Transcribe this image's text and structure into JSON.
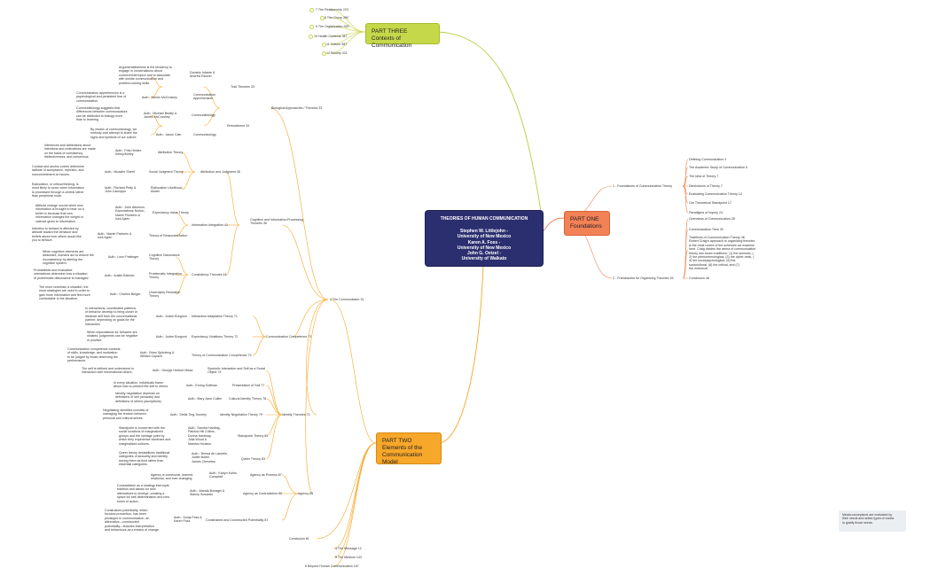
{
  "central": {
    "title": "THEORIES OF HUMAN COMMUNICATION",
    "lines": [
      "Stephen W. Littlejohn -",
      "University of New Mexico",
      "Karen A. Foss -",
      "University of New Mexico",
      "John G. Oetzel -",
      "University of Waikato"
    ]
  },
  "part_three": {
    "label": "PART THREE\nContexts of Communication",
    "color": "#b5cc3a",
    "items": [
      "7 The Relationship 223",
      "8 The Group 260",
      "9 The Organization 283",
      "10 Health Contexts 347",
      "11 Culture 387",
      "12 Society 421"
    ]
  },
  "part_one": {
    "label": "PART ONE\nFoundations",
    "color": "#f07a4a",
    "ch1": "1 - Foundations of Communication Theory",
    "ch1_items": [
      "Defining Communication 4",
      "The Academic Study of Communication 5",
      "The Idea of Theory 7",
      "Dimensions of Theory 7",
      "Evaluating Communication Theory 14",
      "Our Theoretical Standpoint 17",
      "Paradigms of Inquiry 24"
    ],
    "ch2": "2 - Frameworks for Organizing Theories 26",
    "ch2_items": [
      "Overviews of Communication 28",
      "Communication Tiers 30",
      "Traditions of Communication Theory 46\nRobert Craig's approach to organizing theories\nis the most recent of the schemes we examine\nhere. Craig divides the arena of communication\ntheory into seven traditions: (1) the semiotic, (\n2) the phenomenological, (3) the cyber-netic, (\n4) the sociopsychological, (5) the\nsociocultural, (6) the critical, and (7)\nthe rhetorical",
      "Conclusion 48"
    ]
  },
  "part_two": {
    "label": "PART TWO\nElements of the\nCommunication Model",
    "color": "#f6a623",
    "comm3": "3 The Communicator 31",
    "bottom": [
      "4 The Message 12",
      "5 The Medium 143",
      "6 Beyond Human Communication 167"
    ],
    "conclusion": "Conclusion 81"
  },
  "bio": {
    "branch": "Biological Approaches / Theories 33",
    "trait": "Trait Theories 33",
    "trait_src1": "Dominic Infante &\nAndrew Rancer",
    "trait_desc1": "Argumentativeness is the tendency to\nengage in conversations about\ncontroversial topics and to associate\nwith similar communication and\nproblem-solving skills.",
    "trait_src2": "Auth.: James McCroskey",
    "trait_node2": "Communication\nApprehension",
    "trait_desc2": "Communication apprehension is a\npsychological and persistent fear of\ncommunication.",
    "embod": "Embodiment 34",
    "embod1_src": "Auth.: Michael Beatty &\nJames McCroskey",
    "embod1_node": "Communibiology",
    "embod1_desc": "Communibiology suggests that\ndifferences between communicators\ncan be attributed to biology more\nthan to learning.",
    "embod2_src": "Auth.: Jason Cain",
    "embod2_node": "Communicology",
    "embod2_desc": "By means of communicology, we\nembody and attempt to share the\nsigns and symbols of our culture."
  },
  "cog": {
    "branch": "Cognitive and Information-Processing\nTheories 36",
    "attr": "Attribution and Judgment 36",
    "attr1_src": "Auth.: Fritz Heider,\nKelley/Kelley",
    "attr1_node": "Attribution Theory",
    "attr1_desc": "Inferences and attributions about\nintentions and motivations are made\non the basis of consistency,\ndistinctiveness, and consensus.",
    "attr2_src": "Auth.: Muzafer Sherif",
    "attr2_node": "Social Judgment Theory",
    "attr2_desc": "Contact and anchor points determine\nlatitude of acceptance, rejection, and\nnoncommitment on issues.",
    "attr3_src": "Auth.: Richard Petty &\nJohn Cacioppo",
    "attr3_node": "Elaboration Likelihood\nModel",
    "attr3_desc": "Elaboration, or critical thinking, is\nmost likely to occur when information\nis processed through a central rather\nthan peripheral route.",
    "integ": "Information Integration 41",
    "integ1_src": "Auth.: John Atkinson,\nExpectations Norton;\nMartin Fishbein &\nIcek Ajzen",
    "integ1_node": "Expectancy-Value Theory",
    "integ1_desc": "Attitude change occurs when new\ninformation is brought to bear on a\nbelief or because that new\ninformation changes the weight or\nvalence given to information.",
    "integ2_src": "Auth.: Martin Fishbein &\nIcek Ajzen",
    "integ2_node": "Theory of Reasoned Action",
    "integ2_desc": "Intention to behave is affected by\nattitude toward the behavior and\nbeliefs about how others would like\nyou to behave.",
    "cons": "Consistency Theories 44",
    "cons1_src": "Auth.: Leon Festinger",
    "cons1_node": "Cognitive Dissonance\nTheory",
    "cons1_desc": "When cognitive elements are\ndissonant, humans act to reduce the\ninconsistency by altering the\ncognitive system.",
    "cons2_src": "Auth.: Austin Babrow",
    "cons2_node": "Problematic Integration\nTheory",
    "cons2_desc": "Probabilistic and evaluative\norientations determine how a situation\nof problematic dissonance is managed.",
    "cons3_src": "Auth.: Charles Berger",
    "cons3_node": "Uncertainty Reduction\nTheory",
    "cons3_desc": "The more uncertain a situation, the\nmore strategies are used in order to\ngain more information and feel more\ncomfortable in the situation."
  },
  "compet": {
    "branch": "Communication Competence 71",
    "c1_src": "Auth.: Judee Burgoon",
    "c1_node": "Interaction Adaptation Theory 71",
    "c1_desc": "In interactions, coordinated patterns\nof behavior develop to bring closer or\ndistance self from the conversational\npartner, depending on goals for the\ninteraction.",
    "c2_src": "Auth.: Judee Burgoon",
    "c2_node": "Expectancy Violations Theory 72",
    "c2_desc": "When expectations for behavior are\nviolated, judgments can be negative\nor positive.",
    "c3_src": "Auth.: Brian Spitzberg &\nWilliam Cupach",
    "c3_node": "Theory of Communication Competence 73",
    "c3_desc": "Communication competence consists\nof skills, knowledge, and motivation\nto be judged by those observing the\nperformance."
  },
  "identity": {
    "branch": "Identity Theories 73",
    "sym_src": "Auth.: George Herbert Mead",
    "sym_node": "Symbolic Interaction and Self as a Social\nObject 74",
    "sym_desc": "The self is defined and understood in\ninteraction with informational others.",
    "i1_src": "Auth.: Erving Goffman",
    "i1_node": "Presentation of Self 77",
    "i1_desc": "In every situation, individuals frame\nabout how to present the self to others.",
    "i2_src": "Auth.: Mary Jane Collier",
    "i2_node": "Cultural Identity Theory 78",
    "i2_desc": "Identity negotiation depends on\ndefinitions of self (avowals) and\ndefinitions of others (ascriptions).",
    "i3_src": "Auth.: Stella Ting-Toomey",
    "i3_node": "Identity Negotiation Theory 79",
    "i3_desc": "Negotiating identities consists of\nmanaging the tension between\npersonal and cultural selves.",
    "i4_src": "Auth.: Sandra Harding,\nPatricia Hill Collins,\nDonna Haraway,\nJulia Wood &\nMarsha Houston",
    "i4_node": "Standpoint Theory 81",
    "i4_desc": "Standpoint is concerned with the\nsocial locations of marginalized\ngroups and the vantage point by\nwhich they experience dominant and\nmarginalized cultures.",
    "i5_src": "Auth.: Teresa de Lauretis,\nJudith Butler,\nJames Chesebro",
    "i5_node": "Queer Theory 83",
    "i5_desc": "Queer theory destabilizes traditional\ncategories of sexuality and identity,\nseeing them as fluid rather than\nessential categories."
  },
  "agency": {
    "branch": "Agency 85",
    "a1_src": "Auth.: Karlyn Kohrs\nCampbell",
    "a1_node": "Agency as Process 87",
    "a1_desc": "Agency is communal, learned,\nrelational, and ever-changing.",
    "a2_src": "Auth.: Wanda Bonagel &\nStacey Sowards",
    "a2_node": "Agency as Contradiction 86",
    "a2_desc": "Contradiction as a strategy interrupts\ntradition and allows for new\nalternatives to emerge, creating a\nspace for self-determination and new\nforms of action.",
    "a3_src": "Auth.: Sonja Foss &\nKaren Foss",
    "a3_node": "Constrained and Constructed Potentiality 87",
    "a3_desc": "Constrained potentiality, which\nfocuses prevention, has been\nprivileged in communication; an\nalternative—constructed\npotentiality—features interpretation\nand behaviours as a means of change."
  },
  "legend": "Media conceptions are motivated by\ntheir needs and select types of media\nto gratify those needs.",
  "colors": {
    "part3_line": "#c4d13a",
    "part1_line": "#f08a5a",
    "part2_line": "#f6a623",
    "central_bg": "#2c2f6f"
  }
}
